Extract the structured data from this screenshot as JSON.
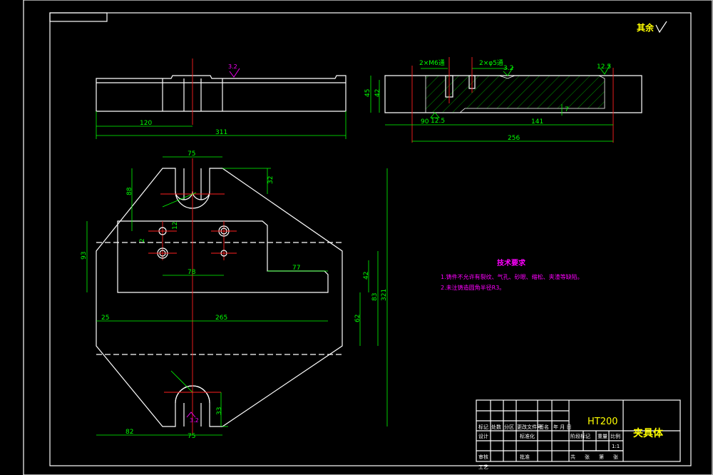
{
  "colors": {
    "background": "#000000",
    "outline": "#ffffff",
    "dimension": "#00ff00",
    "centerline": "#ff2020",
    "annotation": "#ff00ff",
    "title": "#ffff00"
  },
  "roughness_note": "其余",
  "top_view": {
    "dim_120": "120",
    "dim_311": "311",
    "rough": "3.2"
  },
  "section_view": {
    "hole_a": "2×M6通",
    "hole_b": "2×φ5通",
    "rough_top": "3.2",
    "rough_right": "12.5",
    "rough_bottom": "12.5",
    "dim_45": "45",
    "dim_42": "42",
    "dim_90": "90",
    "dim_141": "141",
    "dim_256": "256",
    "dim_7": "7"
  },
  "plan_view": {
    "dim_75_top": "75",
    "dim_32_top": "32",
    "dim_88": "88",
    "dim_12": "12",
    "dim_2": "2",
    "dim_93": "93",
    "dim_78": "78",
    "dim_77": "77",
    "dim_42": "42",
    "dim_83": "83",
    "dim_321": "321",
    "dim_25": "25",
    "dim_265": "265",
    "dim_62": "62",
    "dim_33": "33",
    "dim_82": "82",
    "dim_75_bottom": "75",
    "rough_slot": "3.2"
  },
  "tech_requirements": {
    "title": "技术要求",
    "items": [
      "1.铸件不允许有裂纹、气孔、砂眼、缩松、夹渣等缺陷。",
      "2.未注铸造圆角半径R3。"
    ]
  },
  "title_block": {
    "material": "HT200",
    "part_name": "夹具体",
    "row1": [
      "标记",
      "处数",
      "分区",
      "更改文件号",
      "签名",
      "年 月 日"
    ],
    "row2": [
      "设计",
      "",
      "标准化"
    ],
    "row3": [
      "审核"
    ],
    "row4": [
      "工艺",
      "",
      "批准"
    ],
    "stage_labels": [
      "阶段标记",
      "重量",
      "比例"
    ],
    "scale": "1:1",
    "sheet": [
      "共",
      "张",
      "第",
      "张"
    ]
  }
}
